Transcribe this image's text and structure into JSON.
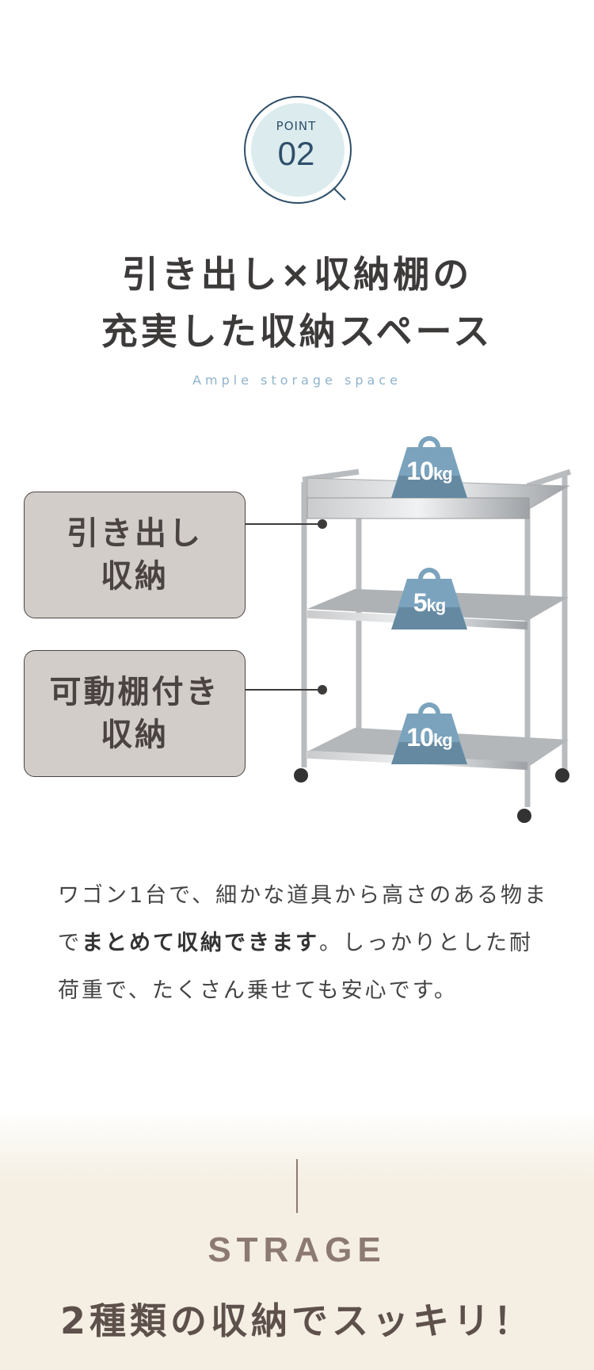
{
  "badge": {
    "label": "POINT",
    "number": "02"
  },
  "heading": {
    "line1": "引き出し×収納棚の",
    "line2": "充実した収納スペース",
    "subtitle": "Ample storage space"
  },
  "callouts": [
    {
      "line1": "引き出し",
      "line2": "収納"
    },
    {
      "line1": "可動棚付き",
      "line2": "収納"
    }
  ],
  "weights": [
    {
      "value": "10",
      "unit": "kg"
    },
    {
      "value": "5",
      "unit": "kg"
    },
    {
      "value": "10",
      "unit": "kg"
    }
  ],
  "description": {
    "part1": "ワゴン1台で、細かな道具から高さのある物まで",
    "bold": "まとめて収納できます",
    "part2": "。しっかりとした耐荷重で、たくさん乗せても安心です。"
  },
  "footer": {
    "eyebrow": "STRAGE",
    "title": "2種類の収納でスッキリ！"
  },
  "colors": {
    "accent": "#2e4f6a",
    "badge_fill": "#dcecee",
    "weight": "#7ba3bd",
    "bottom_bg": "#f5efe3"
  }
}
